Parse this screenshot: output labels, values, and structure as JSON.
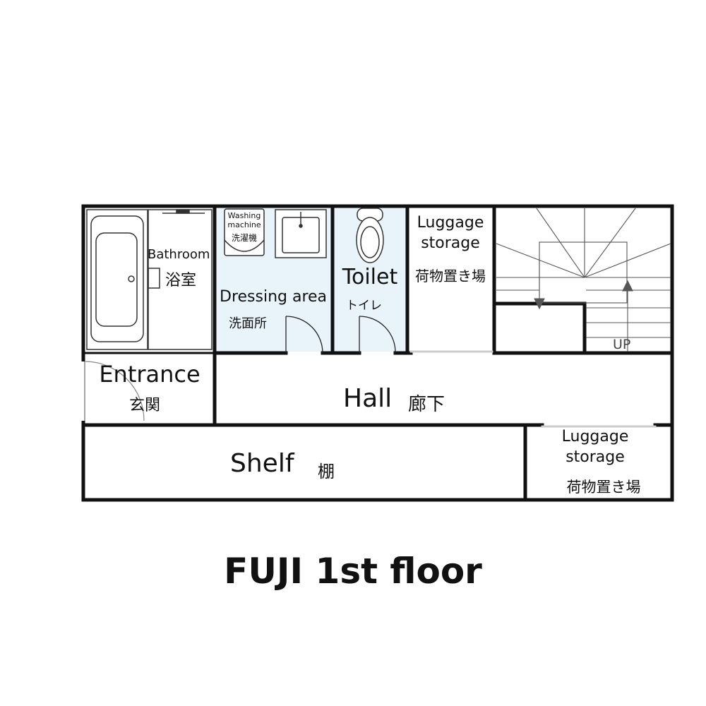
{
  "title": "FUJI 1st floor",
  "colors": {
    "wet_area": "#e8f4f9",
    "wall": "#111111",
    "fixture": "#333333"
  },
  "rooms": {
    "bathroom": {
      "en": "Bathroom",
      "ja": "浴室"
    },
    "washing_machine": {
      "line1": "Washing",
      "line2": "machine",
      "ja": "洗濯機"
    },
    "dressing": {
      "en": "Dressing area",
      "ja": "洗面所"
    },
    "toilet": {
      "en": "Toilet",
      "ja": "トイレ"
    },
    "luggage_top": {
      "en1": "Luggage",
      "en2": "storage",
      "ja": "荷物置き場"
    },
    "entrance": {
      "en": "Entrance",
      "ja": "玄関"
    },
    "hall": {
      "en": "Hall",
      "ja": "廊下"
    },
    "shelf": {
      "en": "Shelf",
      "ja": "棚"
    },
    "luggage_bottom": {
      "en1": "Luggage",
      "en2": "storage",
      "ja": "荷物置き場"
    },
    "stairs": {
      "label": "UP"
    }
  }
}
